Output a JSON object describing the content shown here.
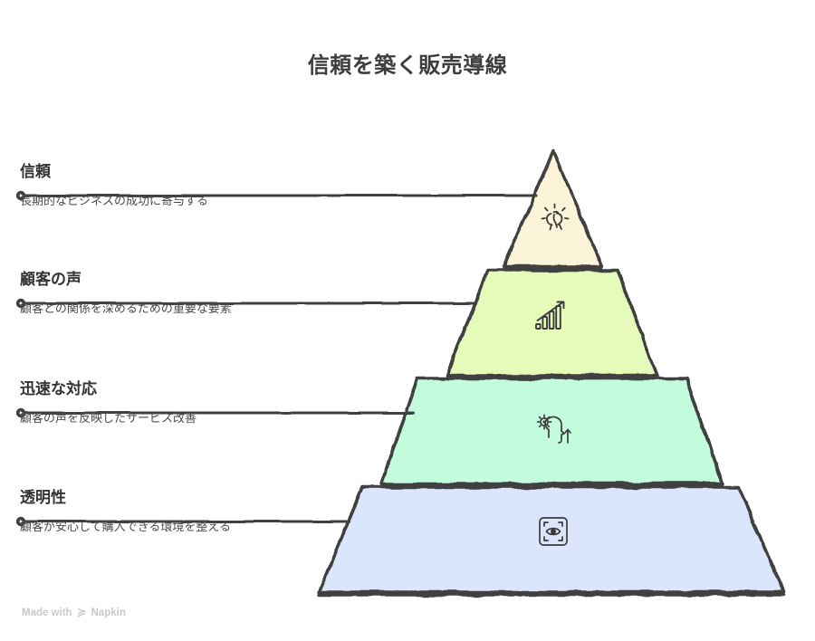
{
  "title": "信頼を築く販売導線",
  "footer": {
    "made_with": "Made with",
    "brand": "Napkin",
    "logo_glyph": "≽"
  },
  "diagram": {
    "type": "pyramid",
    "orientation": "apex-top",
    "tier_count": 4,
    "tiers": [
      {
        "index": 1,
        "position": "top",
        "label": "信頼",
        "description": "長期的なビジネスの成功に寄与する",
        "fill_color": "#FBF4D8",
        "shade_color": "#F3EBCB",
        "stroke_color": "#3f3f3f",
        "icon": "handshake-icon"
      },
      {
        "index": 2,
        "position": "upper-middle",
        "label": "顧客の声",
        "description": "顧客との関係を深めるための重要な要素",
        "fill_color": "#E6FBB9",
        "shade_color": "#DDF5AC",
        "stroke_color": "#3f3f3f",
        "icon": "bar-chart-growth-icon"
      },
      {
        "index": 3,
        "position": "lower-middle",
        "label": "迅速な対応",
        "description": "顧客の声を反映したサービス改善",
        "fill_color": "#C3FBDD",
        "shade_color": "#B6F4D2",
        "stroke_color": "#3f3f3f",
        "icon": "gear-head-icon"
      },
      {
        "index": 4,
        "position": "bottom",
        "label": "透明性",
        "description": "顧客が安心して購入できる環境を整える",
        "fill_color": "#DBE5FB",
        "shade_color": "#CFDCF6",
        "stroke_color": "#3f3f3f",
        "icon": "eye-frame-icon"
      }
    ],
    "connector_color": "#3f3f3f"
  }
}
